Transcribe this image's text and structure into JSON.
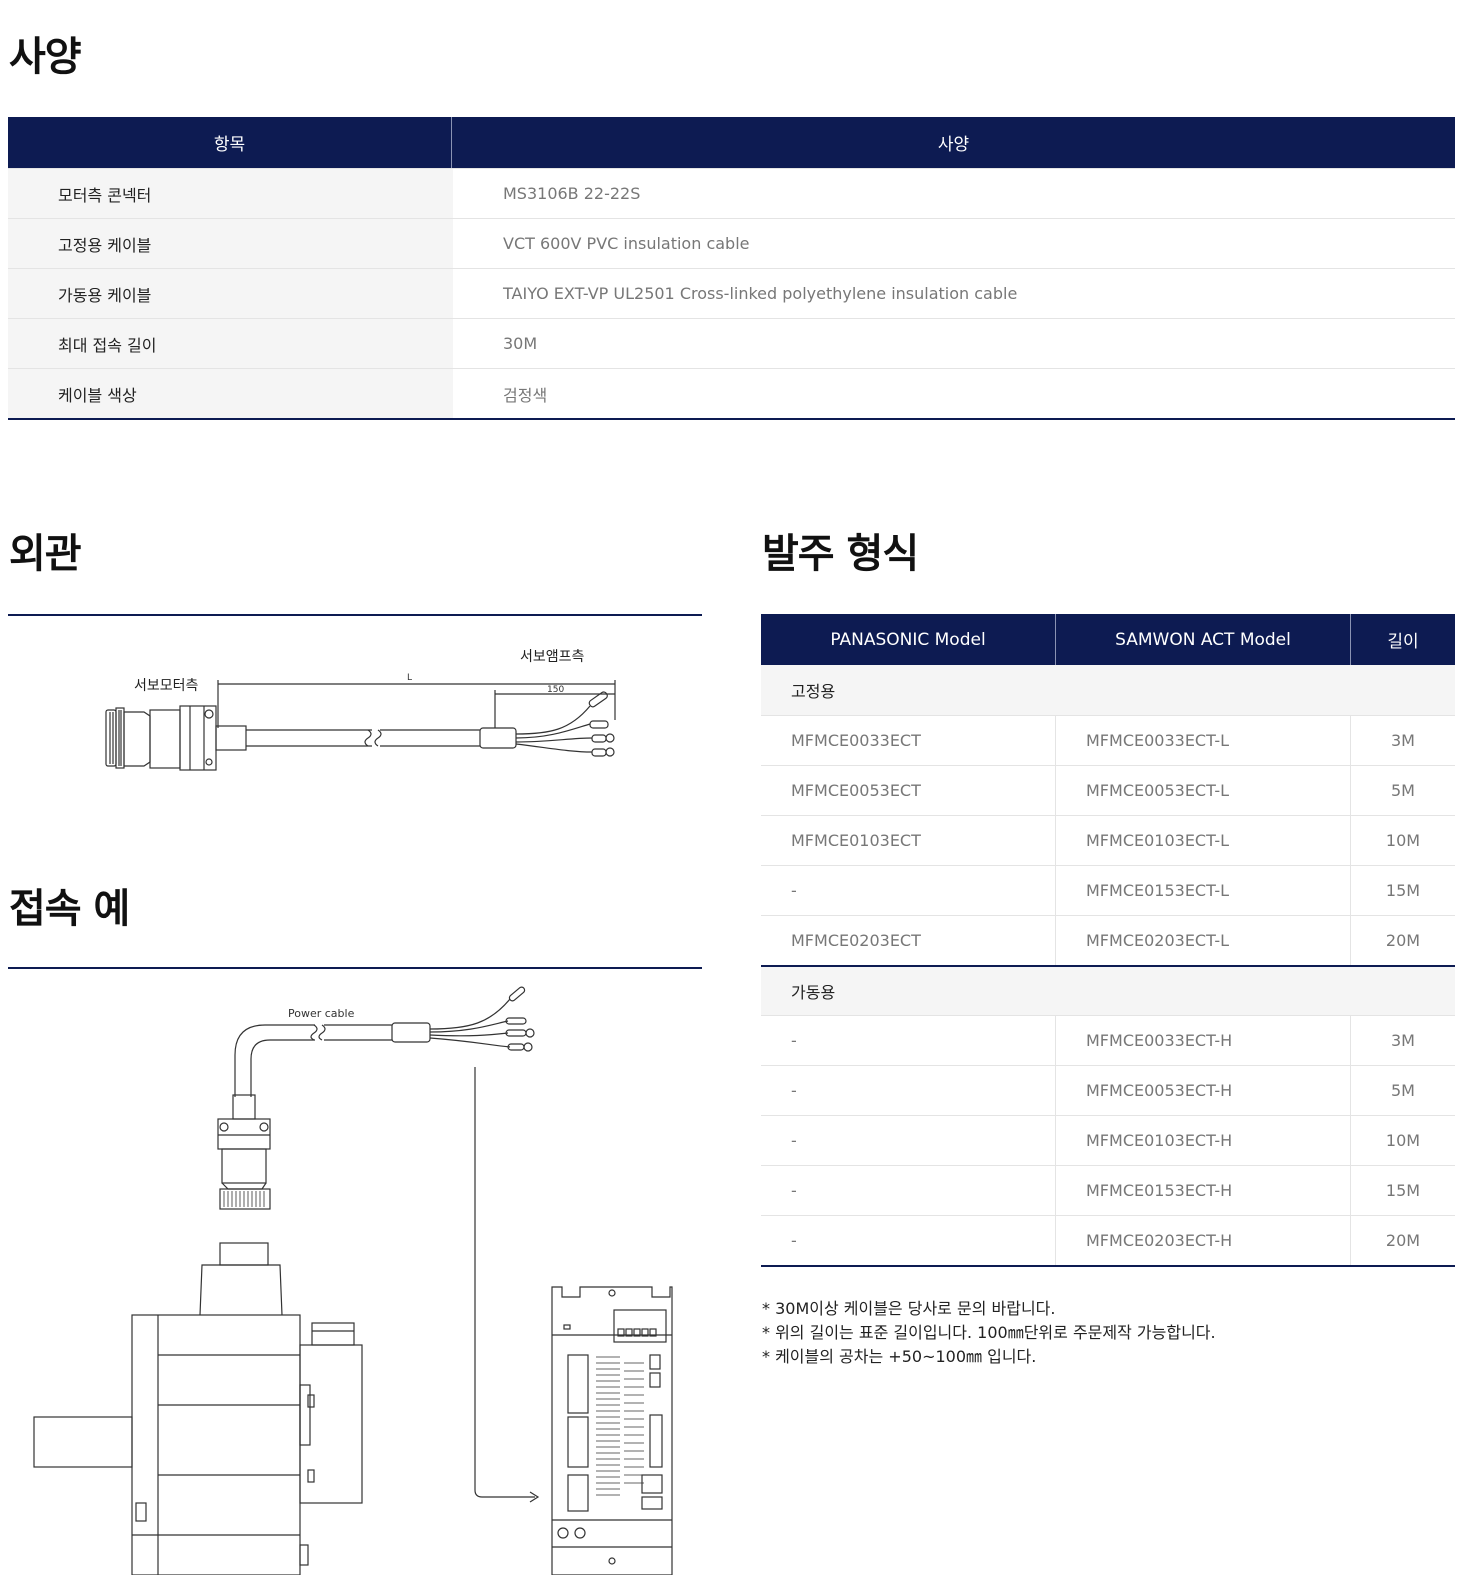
{
  "spec": {
    "title": "사양",
    "header": {
      "item": "항목",
      "spec": "사양"
    },
    "rows": [
      {
        "key": "모터측 콘넥터",
        "value": "MS3106B 22-22S"
      },
      {
        "key": "고정용 케이블",
        "value": "VCT 600V PVC insulation cable"
      },
      {
        "key": "가동용 케이블",
        "value": "TAIYO EXT-VP UL2501 Cross-linked polyethylene insulation cable"
      },
      {
        "key": "최대 접속 길이",
        "value": "30M"
      },
      {
        "key": "케이블 색상",
        "value": "검정색"
      }
    ]
  },
  "appearance": {
    "title": "외관",
    "labels": {
      "motor_side": "서보모터측",
      "amp_side": "서보앰프측",
      "length": "L",
      "tail": "150"
    }
  },
  "connection": {
    "title": "접속 예",
    "labels": {
      "power_cable": "Power cable"
    }
  },
  "order": {
    "title": "발주 형식",
    "header": {
      "panasonic": "PANASONIC Model",
      "samwon": "SAMWON ACT Model",
      "length": "길이"
    },
    "fixed": {
      "label": "고정용",
      "rows": [
        {
          "panasonic": "MFMCE0033ECT",
          "samwon": "MFMCE0033ECT-L",
          "length": "3M"
        },
        {
          "panasonic": "MFMCE0053ECT",
          "samwon": "MFMCE0053ECT-L",
          "length": "5M"
        },
        {
          "panasonic": "MFMCE0103ECT",
          "samwon": "MFMCE0103ECT-L",
          "length": "10M"
        },
        {
          "panasonic": "-",
          "samwon": "MFMCE0153ECT-L",
          "length": "15M"
        },
        {
          "panasonic": "MFMCE0203ECT",
          "samwon": "MFMCE0203ECT-L",
          "length": "20M"
        }
      ]
    },
    "movable": {
      "label": "가동용",
      "rows": [
        {
          "panasonic": "-",
          "samwon": "MFMCE0033ECT-H",
          "length": "3M"
        },
        {
          "panasonic": "-",
          "samwon": "MFMCE0053ECT-H",
          "length": "5M"
        },
        {
          "panasonic": "-",
          "samwon": "MFMCE0103ECT-H",
          "length": "10M"
        },
        {
          "panasonic": "-",
          "samwon": "MFMCE0153ECT-H",
          "length": "15M"
        },
        {
          "panasonic": "-",
          "samwon": "MFMCE0203ECT-H",
          "length": "20M"
        }
      ]
    },
    "notes": [
      "* 30M이상 케이블은 당사로 문의 바랍니다.",
      "* 위의 길이는 표준 길이입니다. 100㎜단위로 주문제작 가능합니다.",
      "* 케이블의 공차는 +50~100㎜ 입니다."
    ]
  }
}
